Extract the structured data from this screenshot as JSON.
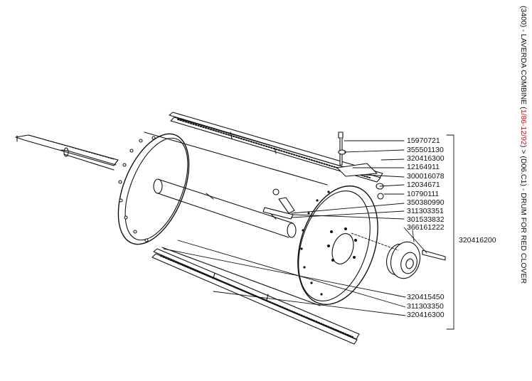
{
  "header": {
    "prefix": "(3400) - LAVERDA COMBINE (",
    "date_range": "1/86-12/92",
    "suffix": ") > (D06.C1) - DRUM FOR RED CLOVER"
  },
  "assembly_part_number": "320416200",
  "part_numbers": [
    "15970721",
    "355501130",
    "320416300",
    "12164911",
    "300016078",
    "12034671",
    "10790111",
    "350380990",
    "311303351",
    "301533832",
    "366161222",
    "320415450",
    "311303350",
    "320416300"
  ],
  "colors": {
    "line": "#111111",
    "accent": "#c4121a",
    "background": "#ffffff"
  }
}
